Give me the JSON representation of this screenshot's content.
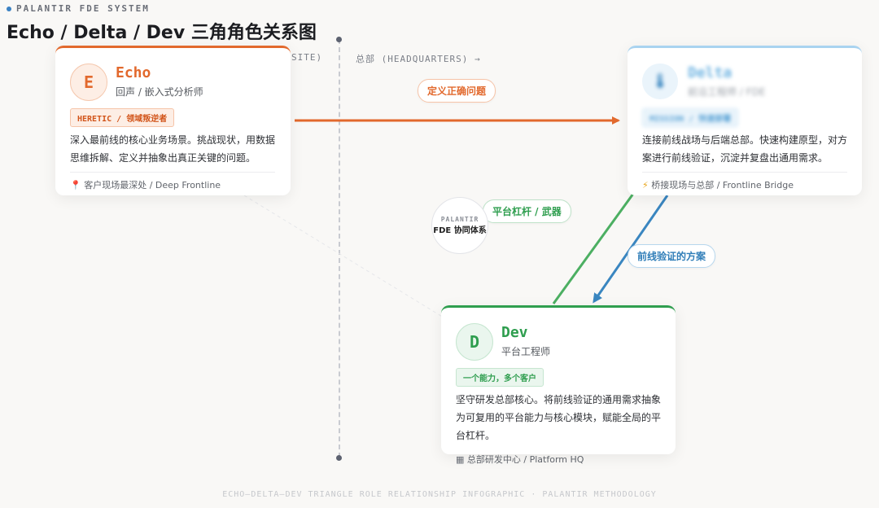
{
  "header": {
    "brand": "PALANTIR FDE SYSTEM",
    "title": "Echo / Delta / Dev 三角角色关系图"
  },
  "zones": {
    "left_label": "SITE)",
    "right_label": "总部 (HEADQUARTERS) →"
  },
  "cards": {
    "echo": {
      "letter": "E",
      "name": "Echo",
      "role": "回声 / 嵌入式分析师",
      "tag": "HERETIC / 领域叛逆者",
      "desc": "深入最前线的核心业务场景。挑战现状，用数据思维拆解、定义并抽象出真正关键的问题。",
      "footer": "客户现场最深处 / Deep Frontline",
      "accent": "#e2692d"
    },
    "delta": {
      "letter": "🌡",
      "name": "Delta",
      "role": "前沿工程师 / FDE",
      "tag": "MISSION / 快速部署",
      "desc": "连接前线战场与后端总部。快速构建原型，对方案进行前线验证，沉淀并复盘出通用需求。",
      "footer": "桥接现场与总部 / Frontline Bridge",
      "accent": "#a9d3f0"
    },
    "dev": {
      "letter": "D",
      "name": "Dev",
      "role": "平台工程师",
      "tag": "一个能力，多个客户",
      "desc": "坚守研发总部核心。将前线验证的通用需求抽象为可复用的平台能力与核心模块，赋能全局的平台杠杆。",
      "footer": "总部研发中心 / Platform HQ",
      "accent": "#2f9e4f"
    }
  },
  "links": {
    "echo_delta": "定义正确问题",
    "dev_delta": "平台杠杆 / 武器",
    "delta_dev": "前线验证的方案"
  },
  "hub": {
    "top": "PALANTIR",
    "bottom": "FDE 协同体系"
  },
  "caption": "ECHO—DELTA—DEV TRIANGLE ROLE RELATIONSHIP INFOGRAPHIC · PALANTIR METHODOLOGY",
  "icons": {
    "brand": "dot-icon",
    "pin": "map-pin-icon",
    "bolt": "lightning-icon",
    "building": "building-icon"
  }
}
